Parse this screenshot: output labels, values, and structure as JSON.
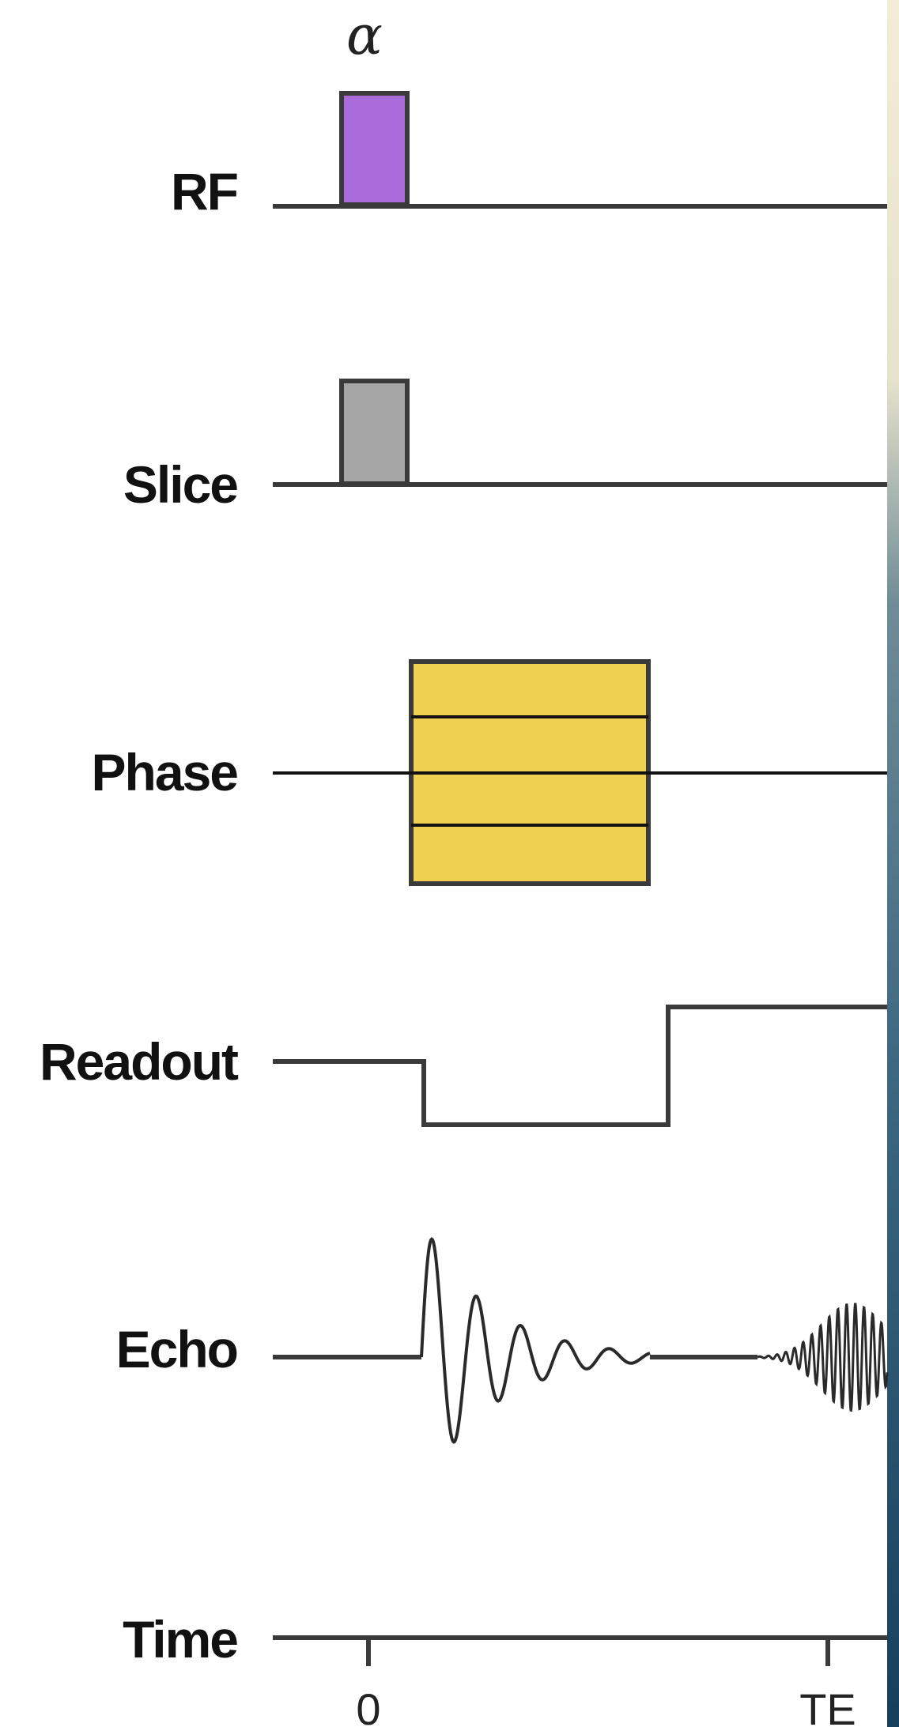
{
  "rows": {
    "rf": "RF",
    "slice": "Slice",
    "phase": "Phase",
    "readout": "Readout",
    "echo": "Echo",
    "time": "Time"
  },
  "flip_angle_label": "α",
  "time_ticks": [
    "0",
    "TE"
  ],
  "colors": {
    "rf_pulse": "#a86bd9",
    "slice_gradient": "#a6a6a6",
    "phase_gradient": "#f0d050",
    "line": "#3a3a3a",
    "right_panel_top": "#f3ecd8",
    "right_panel_bottom": "#1c4a6a"
  }
}
